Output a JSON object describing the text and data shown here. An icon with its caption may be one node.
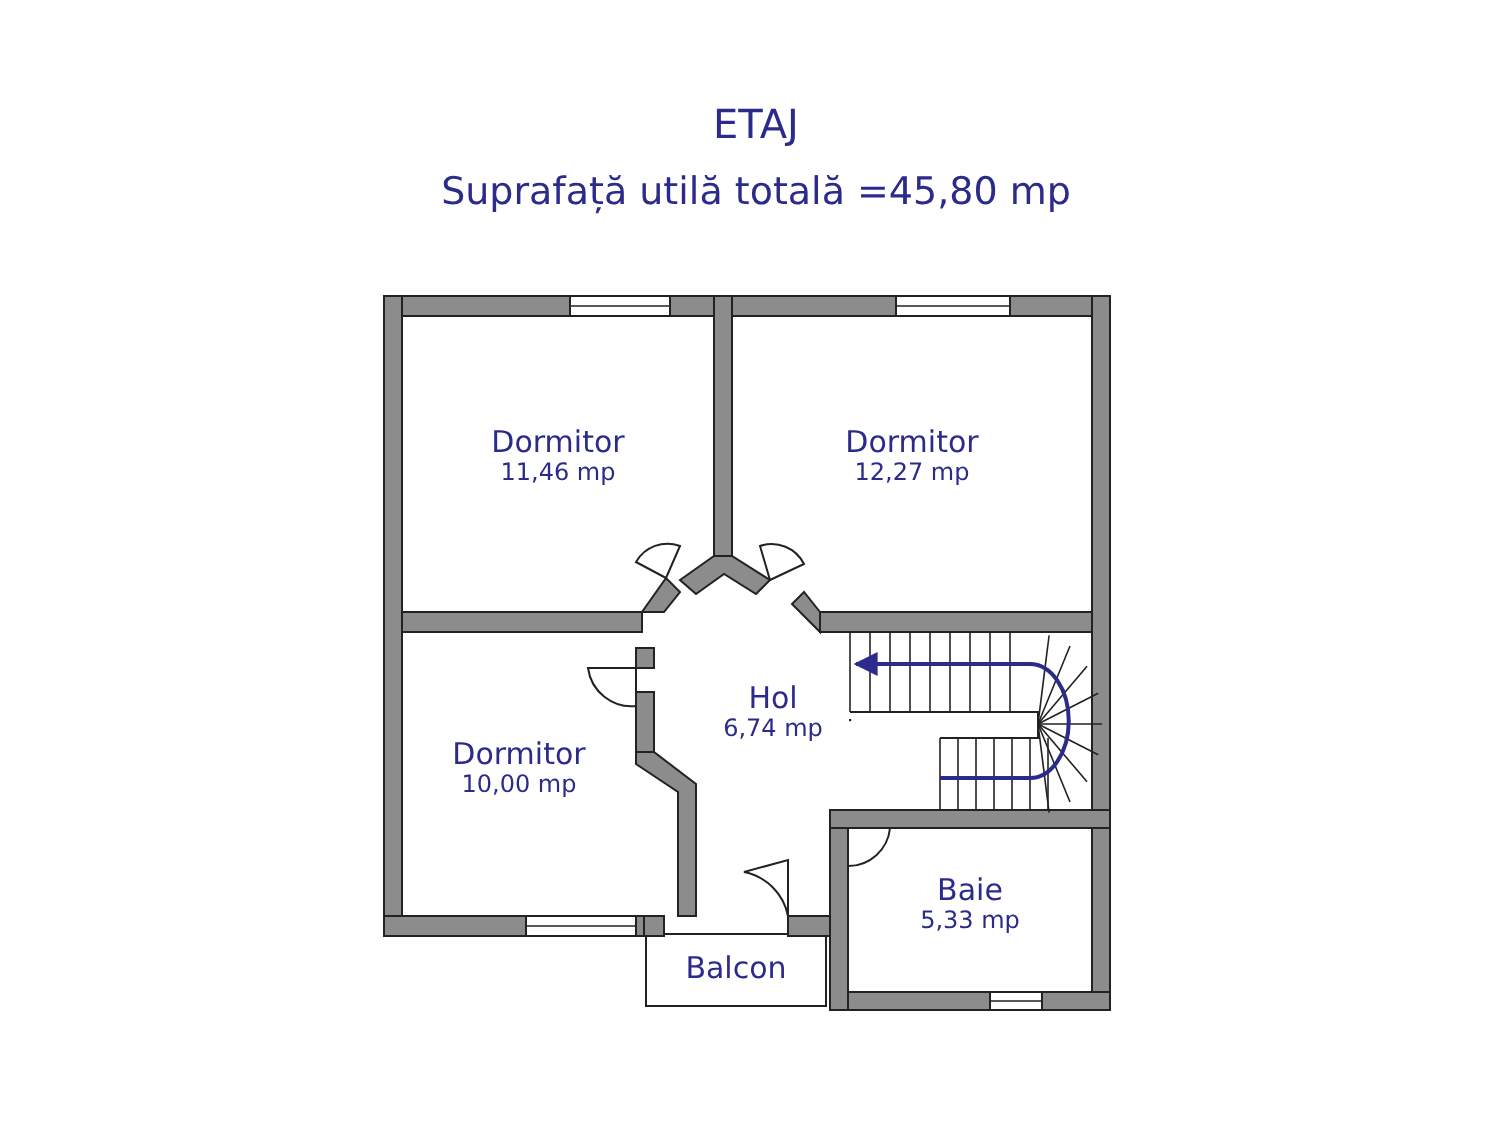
{
  "diagram": {
    "title": "ETAJ",
    "nodes": [
      {
        "text": [
          "Dormitor",
          "11,46 mp"
        ]
      },
      {
        "text": [
          "Dormitor",
          "12,27 mp"
        ]
      },
      {
        "text": [
          "Hol",
          "6,74 mp"
        ]
      },
      {
        "text": [
          "Dormitor",
          "10,00 mp"
        ]
      },
      {
        "text": [
          "Baie",
          "5,33 mp"
        ]
      },
      {
        "text": [
          "Balcon"
        ]
      }
    ],
    "labels": [
      "Suprafață utilă totală =45,80 mp"
    ]
  }
}
